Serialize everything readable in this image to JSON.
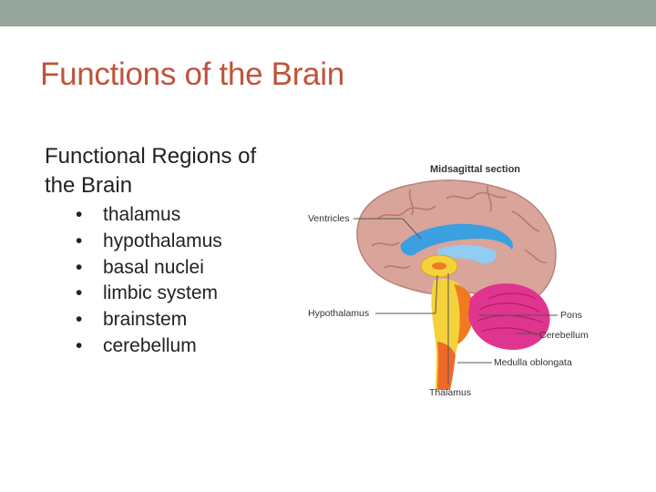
{
  "slide": {
    "title": "Functions of the Brain",
    "subtitle": "Functional Regions of the Brain",
    "bullets": [
      "thalamus",
      "hypothalamus",
      "basal nuclei",
      "limbic system",
      "brainstem",
      "cerebellum"
    ]
  },
  "figure": {
    "heading": "Midsagittal section",
    "labels": {
      "ventricles": "Ventricles",
      "hypothalamus": "Hypothalamus",
      "pons": "Pons",
      "cerebellum": "Cerebellum",
      "medulla": "Medulla oblongata",
      "thalamus": "Thalamus"
    }
  },
  "colors": {
    "top_bar": "#95a59b",
    "title": "#c0533b",
    "cortex": "#d9a49a",
    "ventricle": "#3aa0e0",
    "cerebellum": "#e0358e",
    "pons": "#f07a22",
    "thalamus": "#f4d23c"
  }
}
